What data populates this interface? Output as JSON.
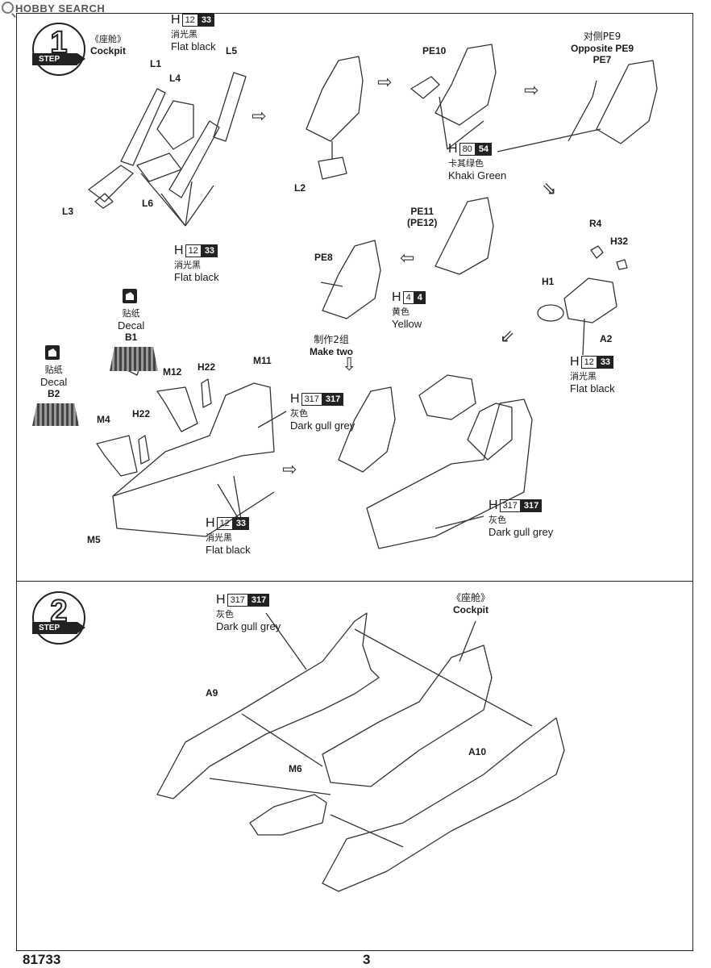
{
  "watermark": "HOBBY SEARCH",
  "steps": [
    {
      "label": "STEP",
      "number": "1"
    },
    {
      "label": "STEP",
      "number": "2"
    }
  ],
  "step1": {
    "title_cn": "《座舱》",
    "title_en": "Cockpit",
    "parts": {
      "L1": "L1",
      "L4": "L4",
      "L5": "L5",
      "L3": "L3",
      "L6": "L6",
      "L2": "L2",
      "PE10": "PE10",
      "PE11": "PE11",
      "PE12": "(PE12)",
      "PE8": "PE8",
      "R4": "R4",
      "H32": "H32",
      "H1": "H1",
      "A2": "A2",
      "B1": "B1",
      "B2": "B2",
      "M12": "M12",
      "H22a": "H22",
      "H22b": "H22",
      "M11": "M11",
      "M4": "M4",
      "M5": "M5"
    },
    "opposite": {
      "cn": "对侧PE9",
      "en1": "Opposite PE9",
      "en2": "PE7"
    },
    "make_two": {
      "cn": "制作2组",
      "en": "Make two"
    },
    "decal1": {
      "cn": "贴纸",
      "en": "Decal"
    },
    "decal2": {
      "cn": "贴纸",
      "en": "Decal"
    },
    "colors": {
      "flat_black_top": {
        "h": "H",
        "code": "12",
        "num": "33",
        "cn": "消光黑",
        "en": "Flat black"
      },
      "flat_black_mid": {
        "h": "H",
        "code": "12",
        "num": "33",
        "cn": "消光黑",
        "en": "Flat black"
      },
      "khaki": {
        "h": "H",
        "code": "80",
        "num": "54",
        "cn": "卡其绿色",
        "en": "Khaki Green"
      },
      "yellow": {
        "h": "H",
        "code": "4",
        "num": "4",
        "cn": "黄色",
        "en": "Yellow"
      },
      "flat_black_right": {
        "h": "H",
        "code": "12",
        "num": "33",
        "cn": "消光黑",
        "en": "Flat black"
      },
      "gull_left": {
        "h": "H",
        "code": "317",
        "num": "317",
        "cn": "灰色",
        "en": "Dark gull grey"
      },
      "flat_black_bottom": {
        "h": "H",
        "code": "12",
        "num": "33",
        "cn": "消光黑",
        "en": "Flat black"
      },
      "gull_right": {
        "h": "H",
        "code": "317",
        "num": "317",
        "cn": "灰色",
        "en": "Dark gull grey"
      }
    }
  },
  "step2": {
    "cockpit_cn": "《座舱》",
    "cockpit_en": "Cockpit",
    "gull": {
      "h": "H",
      "code": "317",
      "num": "317",
      "cn": "灰色",
      "en": "Dark gull grey"
    },
    "parts": {
      "A9": "A9",
      "M6": "M6",
      "A10": "A10"
    }
  },
  "footer": {
    "kit_number": "81733",
    "page_number": "3"
  }
}
